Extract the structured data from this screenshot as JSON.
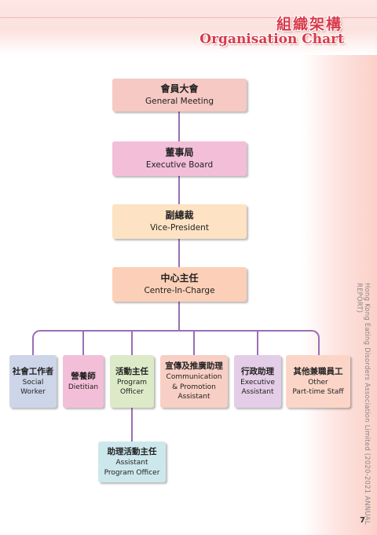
{
  "header": {
    "title_zh": "組織架構",
    "title_en": "Organisation Chart"
  },
  "chart": {
    "general_meeting": {
      "zh": "會員大會",
      "en": "General Meeting",
      "color": "#f6c9c4"
    },
    "executive_board": {
      "zh": "董事局",
      "en": "Executive Board",
      "color": "#f3bfd8"
    },
    "vice_president": {
      "zh": "副總裁",
      "en": "Vice-President",
      "color": "#fde3c4"
    },
    "centre_in_charge": {
      "zh": "中心主任",
      "en": "Centre-In-Charge",
      "color": "#fcd0b8"
    },
    "departments": [
      {
        "zh": "社會工作者",
        "en": "Social\nWorker",
        "color": "#cdd5e8"
      },
      {
        "zh": "營養師",
        "en": "Dietitian",
        "color": "#f3bfd8"
      },
      {
        "zh": "活動主任",
        "en": "Program\nOfficer",
        "color": "#dceac8"
      },
      {
        "zh": "宣傳及推廣助理",
        "en": "Communication\n& Promotion\nAssistant",
        "color": "#f8cfc4"
      },
      {
        "zh": "行政助理",
        "en": "Executive\nAssistant",
        "color": "#e4cde6"
      },
      {
        "zh": "其他兼職員工",
        "en": "Other\nPart-time Staff",
        "color": "#fbd6c8"
      }
    ],
    "assistant_program_officer": {
      "zh": "助理活動主任",
      "en": "Assistant\nProgram Officer",
      "color": "#cde8ec"
    },
    "line_color": "#9a6fb5"
  },
  "sidebar_text": "Hong Kong Eating Disorders Association Limited (2020-2021 ANNUAL REPORT)",
  "page_number": "7"
}
